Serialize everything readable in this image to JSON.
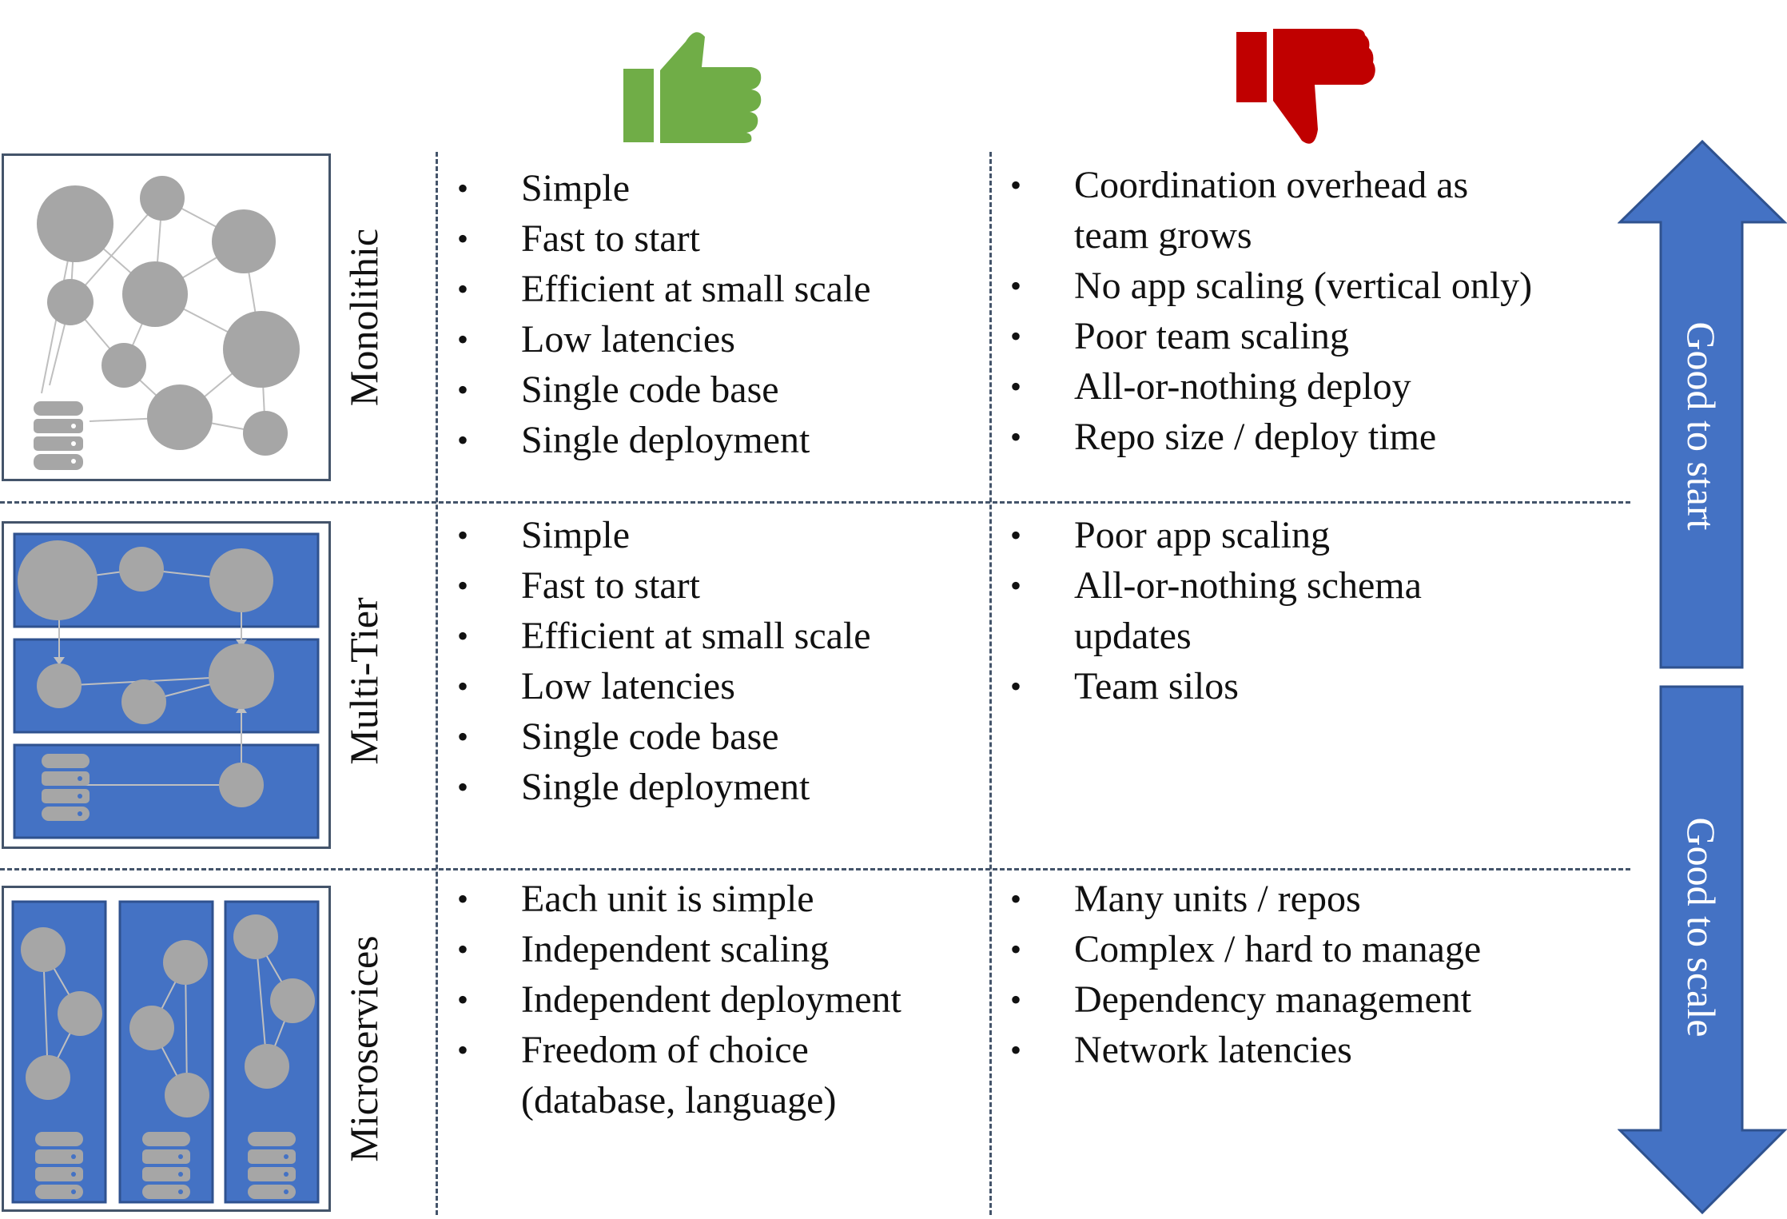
{
  "icons": {
    "pros": "thumbs-up-icon",
    "cons": "thumbs-down-icon",
    "pros_color": "#70ad47",
    "cons_color": "#c00000"
  },
  "colors": {
    "tier_blue": "#4472c4",
    "node_gray": "#a6a6a6",
    "arrow_blue": "#4472c4"
  },
  "rows": [
    {
      "label": "Monolithic",
      "pros": [
        "Simple",
        "Fast to start",
        "Efficient at small scale",
        "Low latencies",
        "Single code base",
        "Single deployment"
      ],
      "cons": [
        "Coordination overhead as team grows",
        "No app scaling (vertical only)",
        "Poor team scaling",
        "All-or-nothing deploy",
        "Repo size / deploy time"
      ]
    },
    {
      "label": "Multi-Tier",
      "pros": [
        "Simple",
        "Fast to start",
        "Efficient at small scale",
        "Low latencies",
        "Single code base",
        "Single deployment"
      ],
      "cons": [
        "Poor app scaling",
        "All-or-nothing schema updates",
        "Team silos"
      ]
    },
    {
      "label": "Microservices",
      "pros": [
        "Each unit is simple",
        "Independent scaling",
        "Independent deployment",
        "Freedom of choice (database, language)"
      ],
      "cons": [
        "Many units / repos",
        "Complex / hard to manage",
        "Dependency management",
        "Network latencies"
      ]
    }
  ],
  "arrows": {
    "up_label": "Good to start",
    "down_label": "Good to scale"
  }
}
